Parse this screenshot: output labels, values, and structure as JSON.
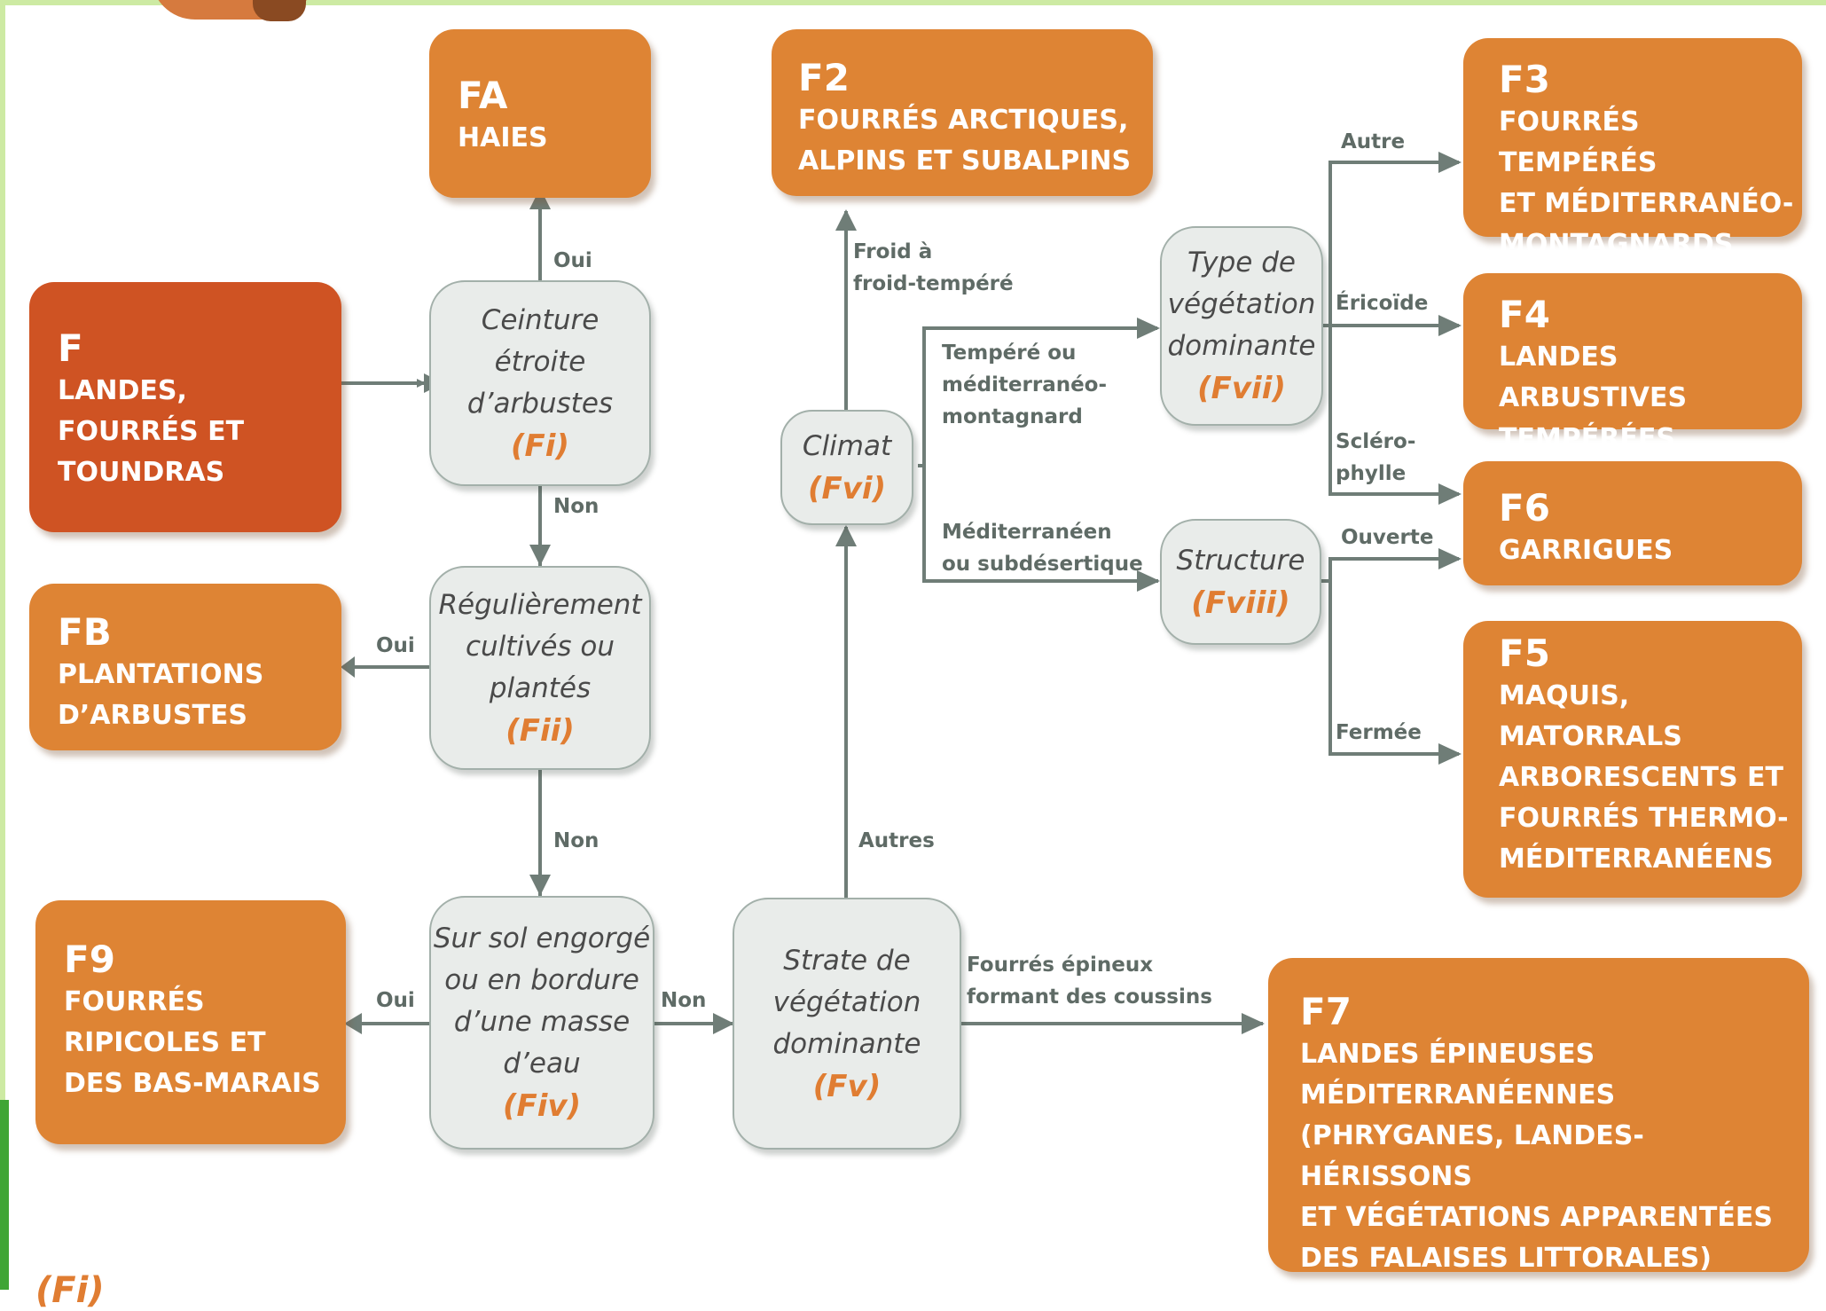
{
  "boxes": {
    "f": {
      "code": "F",
      "title": "LANDES,\nFOURRÉS ET\nTOUNDRAS"
    },
    "fa": {
      "code": "FA",
      "title": "HAIES"
    },
    "fb": {
      "code": "FB",
      "title": "PLANTATIONS\nD’ARBUSTES"
    },
    "f9": {
      "code": "F9",
      "title": "FOURRÉS\nRIPICOLES ET\nDES BAS-MARAIS"
    },
    "f2": {
      "code": "F2",
      "title": "FOURRÉS ARCTIQUES,\nALPINS ET SUBALPINS"
    },
    "f3": {
      "code": "F3",
      "title": "FOURRÉS TEMPÉRÉS\nET MÉDITERRANÉO-\nMONTAGNARDS"
    },
    "f4": {
      "code": "F4",
      "title": "LANDES ARBUSTIVES\nTEMPÉRÉES"
    },
    "f6": {
      "code": "F6",
      "title": "GARRIGUES"
    },
    "f5": {
      "code": "F5",
      "title": "MAQUIS,\nMATORRALS\nARBORESCENTS ET\nFOURRÉS THERMO-\nMÉDITERRANÉENS"
    },
    "f7": {
      "code": "F7",
      "title": "LANDES ÉPINEUSES\nMÉDITERRANÉENNES\n(PHRYGANES, LANDES-HÉRISSONS\nET VÉGÉTATIONS APPARENTÉES\nDES FALAISES LITTORALES)"
    }
  },
  "nodes": {
    "fi": {
      "question": "Ceinture\nétroite\nd’arbustes",
      "ref": "(Fi)"
    },
    "fii": {
      "question": "Régulièrement\ncultivés ou\nplantés",
      "ref": "(Fii)"
    },
    "fiv": {
      "question": "Sur sol engorgé\nou en bordure\nd’une masse\nd’eau",
      "ref": "(Fiv)"
    },
    "fv": {
      "question": "Strate de\nvégétation\ndominante",
      "ref": "(Fv)"
    },
    "fvi": {
      "question": "Climat",
      "ref": "(Fvi)"
    },
    "fvii": {
      "question": "Type de\nvégétation\ndominante",
      "ref": "(Fvii)"
    },
    "fviii": {
      "question": "Structure",
      "ref": "(Fviii)"
    }
  },
  "labels": {
    "fi_oui": "Oui",
    "fi_non": "Non",
    "fii_oui": "Oui",
    "fii_non": "Non",
    "fiv_oui": "Oui",
    "fiv_non": "Non",
    "fv_autres": "Autres",
    "fv_epineux": "Fourrés épineux\nformant des coussins",
    "fvi_froid": "Froid à\nfroid-tempéré",
    "fvi_tempere": "Tempéré ou\nméditerranéo-\nmontagnard",
    "fvi_mediterraneen": "Méditerranéen\nou subdésertique",
    "fvii_autre": "Autre",
    "fvii_ericoide": "Éricoïde",
    "fvii_sclerophylle": "Scléro-\nphylle",
    "fviii_ouverte": "Ouverte",
    "fviii_fermee": "Fermée"
  },
  "footer_fragment": "(Fi)",
  "colors": {
    "box_orange": "#de8434",
    "box_red": "#cf5323",
    "node_fill": "#e9ecea",
    "node_border": "#a3b0aa",
    "arrow": "#6f7d77",
    "ref_orange": "#e07d32",
    "frame_green": "#cdeaa3"
  }
}
